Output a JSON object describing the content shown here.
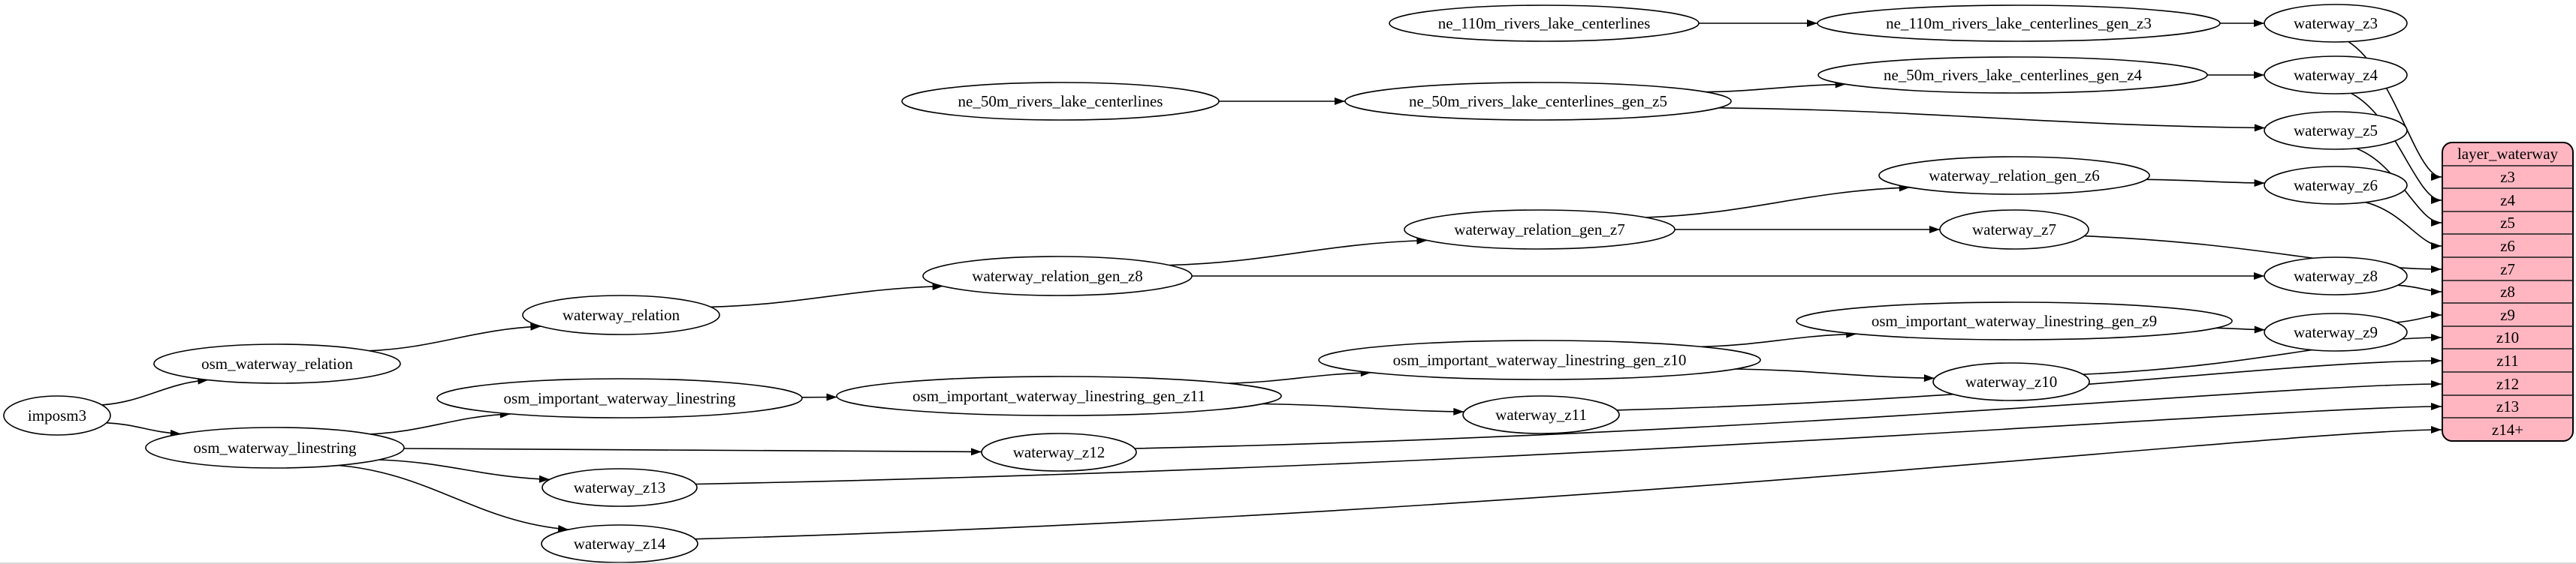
{
  "diagram": {
    "background_color": "#ffffff",
    "node_fill_color": "#ffffff",
    "node_stroke_color": "#000000",
    "edge_color": "#000000",
    "table_fill_color": "#ffb6c1"
  },
  "node_labels": {
    "imposm3": "imposm3",
    "osm_waterway_relation": "osm_waterway_relation",
    "osm_waterway_linestring": "osm_waterway_linestring",
    "waterway_relation": "waterway_relation",
    "osm_important_waterway_linestring": "osm_important_waterway_linestring",
    "waterway_relation_gen_z8": "waterway_relation_gen_z8",
    "waterway_relation_gen_z7": "waterway_relation_gen_z7",
    "waterway_relation_gen_z6": "waterway_relation_gen_z6",
    "osm_important_waterway_linestring_gen_z11": "osm_important_waterway_linestring_gen_z11",
    "osm_important_waterway_linestring_gen_z10": "osm_important_waterway_linestring_gen_z10",
    "osm_important_waterway_linestring_gen_z9": "osm_important_waterway_linestring_gen_z9",
    "ne_110m_rivers_lake_centerlines": "ne_110m_rivers_lake_centerlines",
    "ne_110m_rivers_lake_centerlines_gen_z3": "ne_110m_rivers_lake_centerlines_gen_z3",
    "ne_50m_rivers_lake_centerlines": "ne_50m_rivers_lake_centerlines",
    "ne_50m_rivers_lake_centerlines_gen_z5": "ne_50m_rivers_lake_centerlines_gen_z5",
    "ne_50m_rivers_lake_centerlines_gen_z4": "ne_50m_rivers_lake_centerlines_gen_z4",
    "waterway_z3": "waterway_z3",
    "waterway_z4": "waterway_z4",
    "waterway_z5": "waterway_z5",
    "waterway_z6": "waterway_z6",
    "waterway_z7": "waterway_z7",
    "waterway_z8": "waterway_z8",
    "waterway_z9": "waterway_z9",
    "waterway_z10": "waterway_z10",
    "waterway_z11": "waterway_z11",
    "waterway_z12": "waterway_z12",
    "waterway_z13": "waterway_z13",
    "waterway_z14": "waterway_z14"
  },
  "layer_table": {
    "title": "layer_waterway",
    "rows": [
      "z3",
      "z4",
      "z5",
      "z6",
      "z7",
      "z8",
      "z9",
      "z10",
      "z11",
      "z12",
      "z13",
      "z14+"
    ]
  },
  "edges": [
    [
      "imposm3",
      "osm_waterway_relation"
    ],
    [
      "imposm3",
      "osm_waterway_linestring"
    ],
    [
      "osm_waterway_relation",
      "waterway_relation"
    ],
    [
      "waterway_relation",
      "waterway_relation_gen_z8"
    ],
    [
      "waterway_relation_gen_z8",
      "waterway_relation_gen_z7"
    ],
    [
      "waterway_relation_gen_z8",
      "waterway_z8"
    ],
    [
      "waterway_relation_gen_z7",
      "waterway_relation_gen_z6"
    ],
    [
      "waterway_relation_gen_z7",
      "waterway_z7"
    ],
    [
      "waterway_relation_gen_z6",
      "waterway_z6"
    ],
    [
      "ne_110m_rivers_lake_centerlines",
      "ne_110m_rivers_lake_centerlines_gen_z3"
    ],
    [
      "ne_110m_rivers_lake_centerlines_gen_z3",
      "waterway_z3"
    ],
    [
      "ne_50m_rivers_lake_centerlines",
      "ne_50m_rivers_lake_centerlines_gen_z5"
    ],
    [
      "ne_50m_rivers_lake_centerlines_gen_z5",
      "ne_50m_rivers_lake_centerlines_gen_z4"
    ],
    [
      "ne_50m_rivers_lake_centerlines_gen_z5",
      "waterway_z5"
    ],
    [
      "ne_50m_rivers_lake_centerlines_gen_z4",
      "waterway_z4"
    ],
    [
      "osm_waterway_linestring",
      "osm_important_waterway_linestring"
    ],
    [
      "osm_waterway_linestring",
      "waterway_z12"
    ],
    [
      "osm_waterway_linestring",
      "waterway_z13"
    ],
    [
      "osm_waterway_linestring",
      "waterway_z14"
    ],
    [
      "osm_important_waterway_linestring",
      "osm_important_waterway_linestring_gen_z11"
    ],
    [
      "osm_important_waterway_linestring_gen_z11",
      "osm_important_waterway_linestring_gen_z10"
    ],
    [
      "osm_important_waterway_linestring_gen_z11",
      "waterway_z11"
    ],
    [
      "osm_important_waterway_linestring_gen_z10",
      "osm_important_waterway_linestring_gen_z9"
    ],
    [
      "osm_important_waterway_linestring_gen_z10",
      "waterway_z10"
    ],
    [
      "osm_important_waterway_linestring_gen_z9",
      "waterway_z9"
    ],
    [
      "waterway_z3",
      "layer_waterway:z3"
    ],
    [
      "waterway_z4",
      "layer_waterway:z4"
    ],
    [
      "waterway_z5",
      "layer_waterway:z5"
    ],
    [
      "waterway_z6",
      "layer_waterway:z6"
    ],
    [
      "waterway_z7",
      "layer_waterway:z7"
    ],
    [
      "waterway_z8",
      "layer_waterway:z8"
    ],
    [
      "waterway_z9",
      "layer_waterway:z9"
    ],
    [
      "waterway_z10",
      "layer_waterway:z10"
    ],
    [
      "waterway_z11",
      "layer_waterway:z11"
    ],
    [
      "waterway_z12",
      "layer_waterway:z12"
    ],
    [
      "waterway_z13",
      "layer_waterway:z13"
    ],
    [
      "waterway_z14",
      "layer_waterway:z14+"
    ]
  ]
}
